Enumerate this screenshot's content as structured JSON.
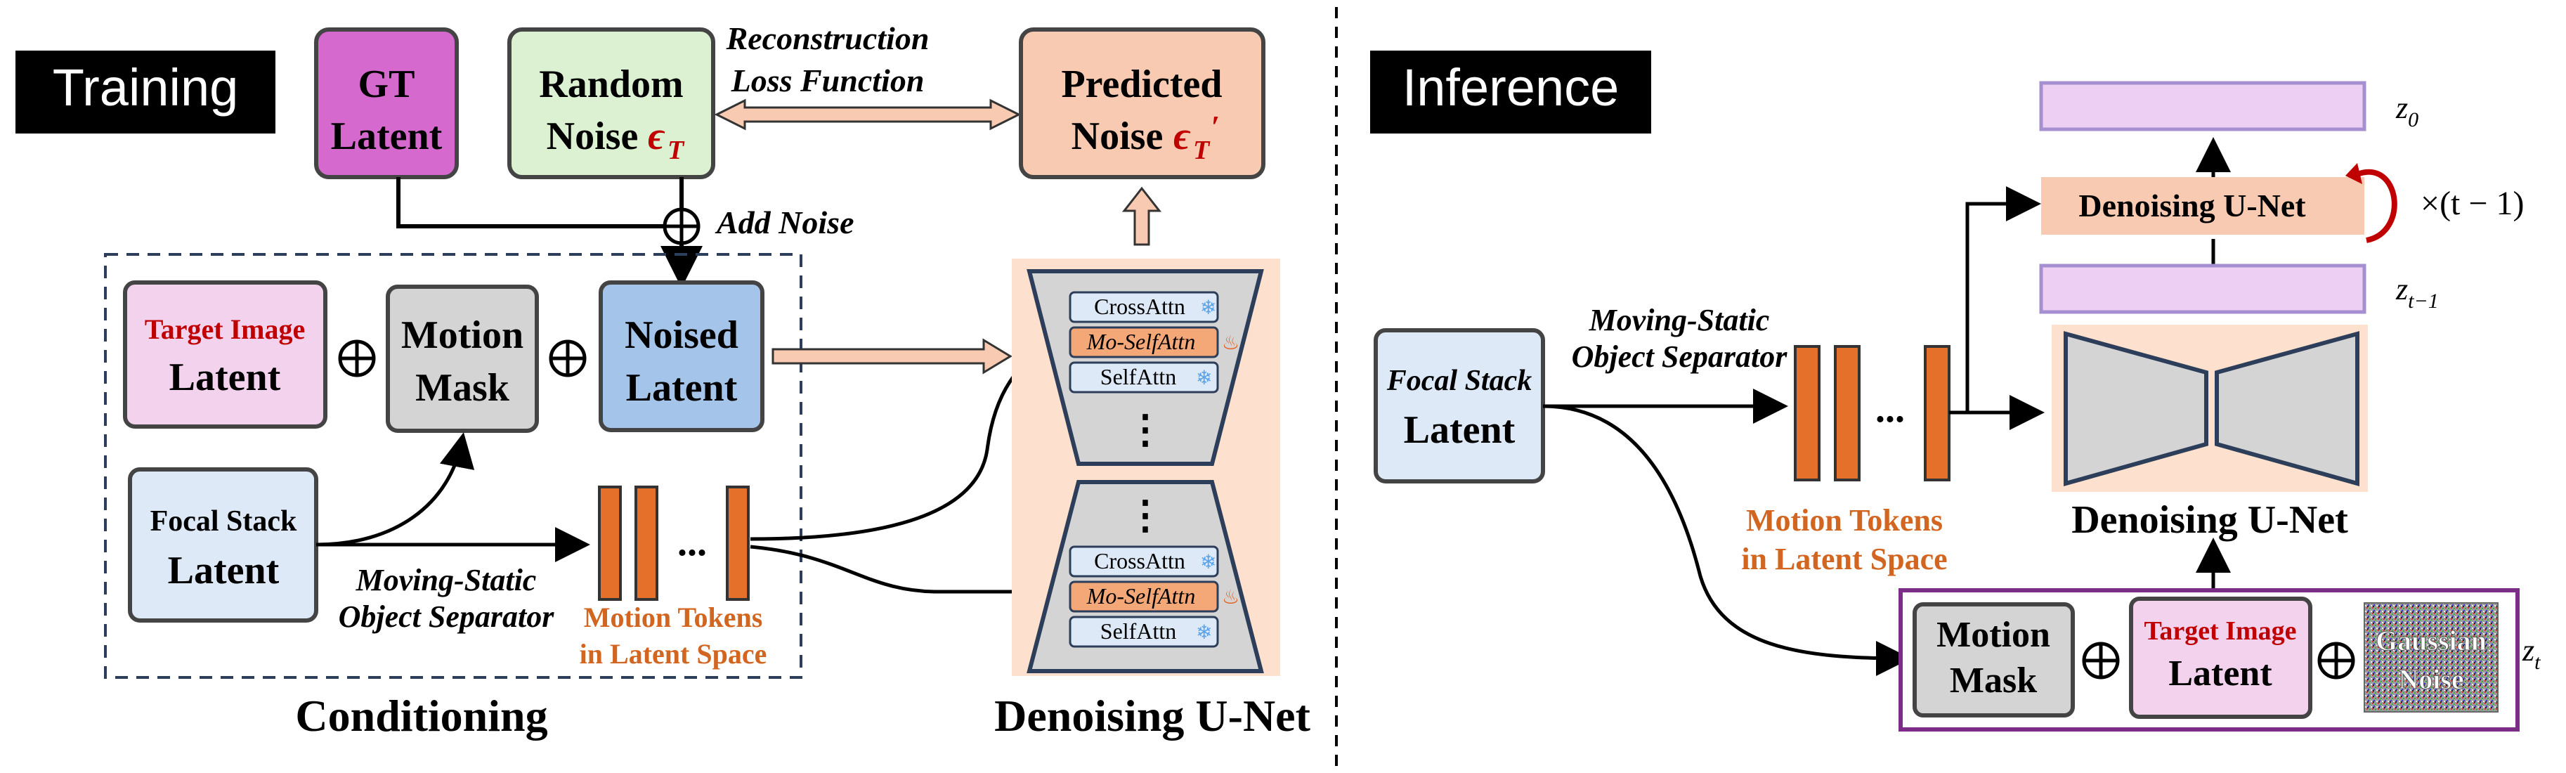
{
  "training": {
    "section_label": "Training",
    "gt_latent": [
      "GT",
      "Latent"
    ],
    "random_noise": {
      "line1": "Random",
      "line2": "Noise",
      "symbol": "ϵ",
      "subscript": "T"
    },
    "recon_loss": [
      "Reconstruction",
      "Loss Function"
    ],
    "predicted_noise": {
      "line1": "Predicted",
      "line2": "Noise",
      "symbol": "ϵ",
      "subscript": "T",
      "prime": "′"
    },
    "add_noise": "Add Noise",
    "target_image": "Target Image",
    "target_latent": "Latent",
    "motion_mask": [
      "Motion",
      "Mask"
    ],
    "noised_latent": [
      "Noised",
      "Latent"
    ],
    "focal_stack": [
      "Focal Stack",
      "Latent"
    ],
    "separator": [
      "Moving-Static",
      "Object Separator"
    ],
    "motion_tokens": [
      "Motion Tokens",
      "in Latent Space"
    ],
    "token_ellipsis": "...",
    "conditioning_title": "Conditioning",
    "unet_title": "Denoising U-Net",
    "unet_blocks": {
      "cross": "CrossAttn",
      "mo_self": "Mo-SelfAttn",
      "self": "SelfAttn",
      "vdots": "⋮"
    }
  },
  "inference": {
    "section_label": "Inference",
    "focal_stack": [
      "Focal Stack",
      "Latent"
    ],
    "separator": [
      "Moving-Static",
      "Object Separator"
    ],
    "motion_tokens": [
      "Motion Tokens",
      "in Latent Space"
    ],
    "token_ellipsis": "...",
    "denoise_box": "Denoising U-Net",
    "repeat": "×(t − 1)",
    "z0": "z0",
    "z_t_minus_1": "zt−1",
    "z_t": "zt",
    "unet_caption": "Denoising U-Net",
    "motion_mask": [
      "Motion",
      "Mask"
    ],
    "target_image": "Target Image",
    "target_latent": "Latent",
    "gaussian_noise": [
      "Gaussian",
      "Noise"
    ]
  },
  "colors": {
    "magenta": "#d569cd",
    "light_green": "#dbf1d1",
    "peach": "#f8cab1",
    "pink": "#f3d2ee",
    "gray": "#d4d4d4",
    "blue": "#a4c5e9",
    "light_blue": "#dde9f6",
    "orange": "#e4702a",
    "red": "#c00000",
    "lavender": "#eccff3",
    "purple": "#7b2d88"
  }
}
